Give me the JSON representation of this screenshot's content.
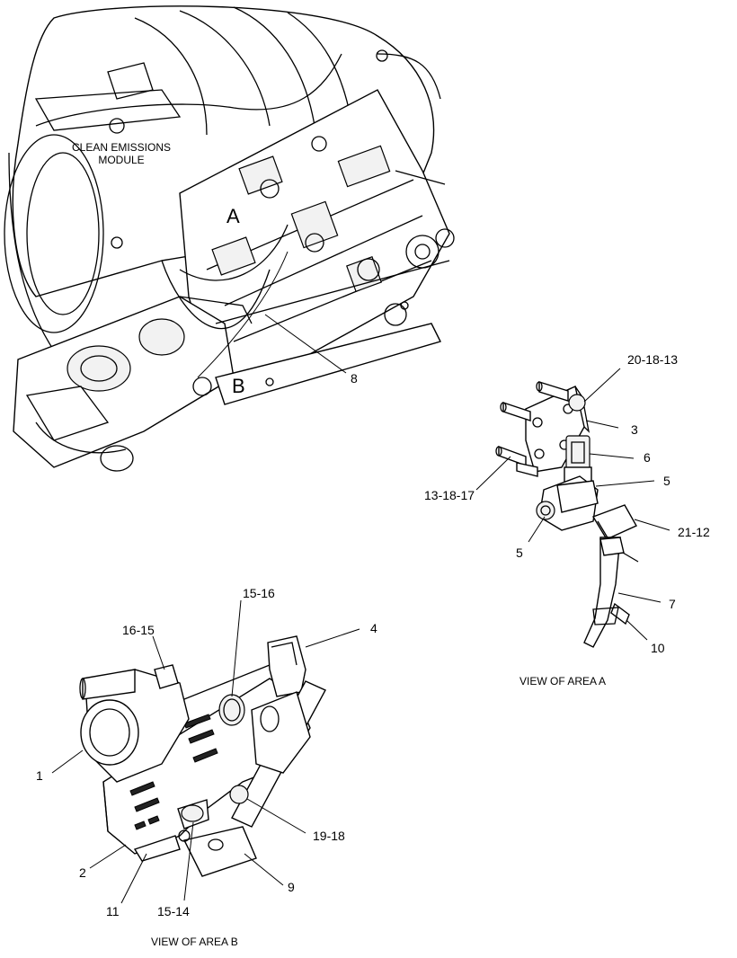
{
  "overview": {
    "module_label_line1": "CLEAN EMISSIONS",
    "module_label_line2": "MODULE",
    "area_a_letter": "A",
    "area_b_letter": "B",
    "callout_8": "8"
  },
  "view_a": {
    "caption": "VIEW OF AREA  A",
    "callouts": {
      "c20_18_13": "20-18-13",
      "c3": "3",
      "c6": "6",
      "c5_right": "5",
      "c13_18_17": "13-18-17",
      "c21_12": "21-12",
      "c5_left": "5",
      "c7": "7",
      "c10": "10"
    }
  },
  "view_b": {
    "caption": "VIEW OF AREA  B",
    "callouts": {
      "c15_16": "15-16",
      "c16_15": "16-15",
      "c4": "4",
      "c1": "1",
      "c19_18": "19-18",
      "c2": "2",
      "c9": "9",
      "c11": "11",
      "c15_14": "15-14"
    }
  }
}
